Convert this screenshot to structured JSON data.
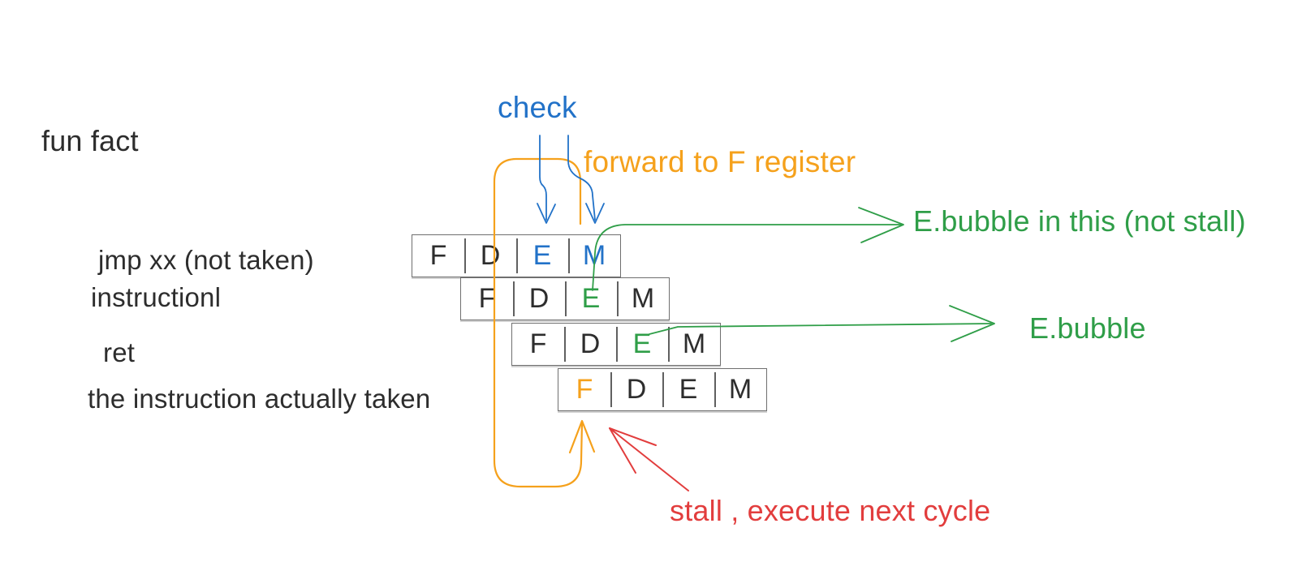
{
  "title": "pipeline branch/ret stall diagram",
  "annotations": {
    "fun_fact": "fun fact",
    "check": "check",
    "forward_to_f": "forward to F register",
    "ebubble_not_stall": "E.bubble in this (not stall)",
    "ebubble": "E.bubble",
    "stall_next_cycle": "stall , execute next cycle"
  },
  "colors": {
    "blue": "#2272c8",
    "orange": "#f5a11c",
    "green": "#2f9e48",
    "red": "#e23d3d",
    "ink": "#2d2d2d",
    "box_border": "#6f6f6f"
  },
  "pipeline": {
    "stages": [
      "F",
      "D",
      "E",
      "M"
    ],
    "rows": [
      {
        "label": "jmp xx (not taken)",
        "cells": [
          {
            "letter": "F",
            "color": "#2d2d2d"
          },
          {
            "letter": "D",
            "color": "#2d2d2d"
          },
          {
            "letter": "E",
            "color": "#2272c8"
          },
          {
            "letter": "M",
            "color": "#2272c8"
          }
        ]
      },
      {
        "label": "instructionl",
        "cells": [
          {
            "letter": "F",
            "color": "#2d2d2d"
          },
          {
            "letter": "D",
            "color": "#2d2d2d"
          },
          {
            "letter": "E",
            "color": "#2f9e48"
          },
          {
            "letter": "M",
            "color": "#2d2d2d"
          }
        ]
      },
      {
        "label": "ret",
        "cells": [
          {
            "letter": "F",
            "color": "#2d2d2d"
          },
          {
            "letter": "D",
            "color": "#2d2d2d"
          },
          {
            "letter": "E",
            "color": "#2f9e48"
          },
          {
            "letter": "M",
            "color": "#2d2d2d"
          }
        ]
      },
      {
        "label": "the instruction actually taken",
        "cells": [
          {
            "letter": "F",
            "color": "#f5a11c"
          },
          {
            "letter": "D",
            "color": "#2d2d2d"
          },
          {
            "letter": "E",
            "color": "#2d2d2d"
          },
          {
            "letter": "M",
            "color": "#2d2d2d"
          }
        ]
      }
    ]
  }
}
